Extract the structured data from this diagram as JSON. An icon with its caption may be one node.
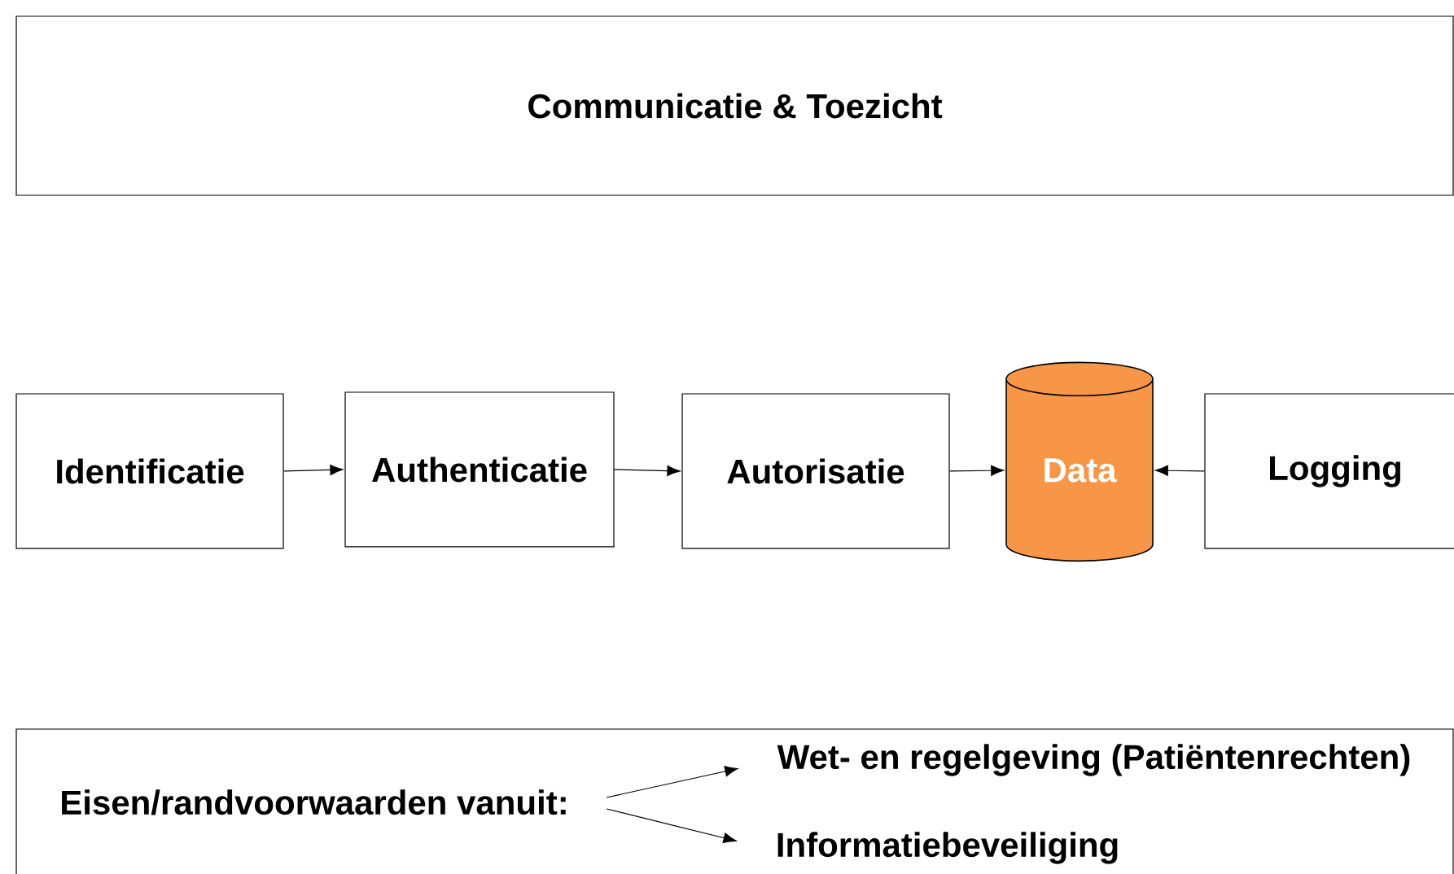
{
  "diagram": {
    "nodes": [
      {
        "text": [
          "Communicatie & Toezicht"
        ]
      },
      {
        "text": [
          "Identificatie"
        ]
      },
      {
        "text": [
          "Authenticatie"
        ]
      },
      {
        "text": [
          "Autorisatie"
        ]
      },
      {
        "text": [
          "Data"
        ]
      },
      {
        "text": [
          "Logging"
        ]
      },
      {
        "text": [],
        "shape": "box"
      },
      {
        "text": [
          "Eisen/randvoorwaarden vanuit:"
        ],
        "in": 6
      },
      {
        "text": [
          "Wet- en regelgeving (Patiëntenrechten)"
        ],
        "in": 6
      },
      {
        "text": [
          "Informatiebeveiliging"
        ],
        "in": 6
      }
    ],
    "edges": [
      {
        "from": 1,
        "to": 2,
        "arrow": "to"
      },
      {
        "from": 2,
        "to": 3,
        "arrow": "to"
      },
      {
        "from": 3,
        "to": 4,
        "arrow": "to"
      },
      {
        "from": 5,
        "to": 4,
        "arrow": "to"
      },
      {
        "from": 7,
        "to": 8,
        "arrow": "to"
      },
      {
        "from": 7,
        "to": 9,
        "arrow": "to"
      }
    ]
  }
}
